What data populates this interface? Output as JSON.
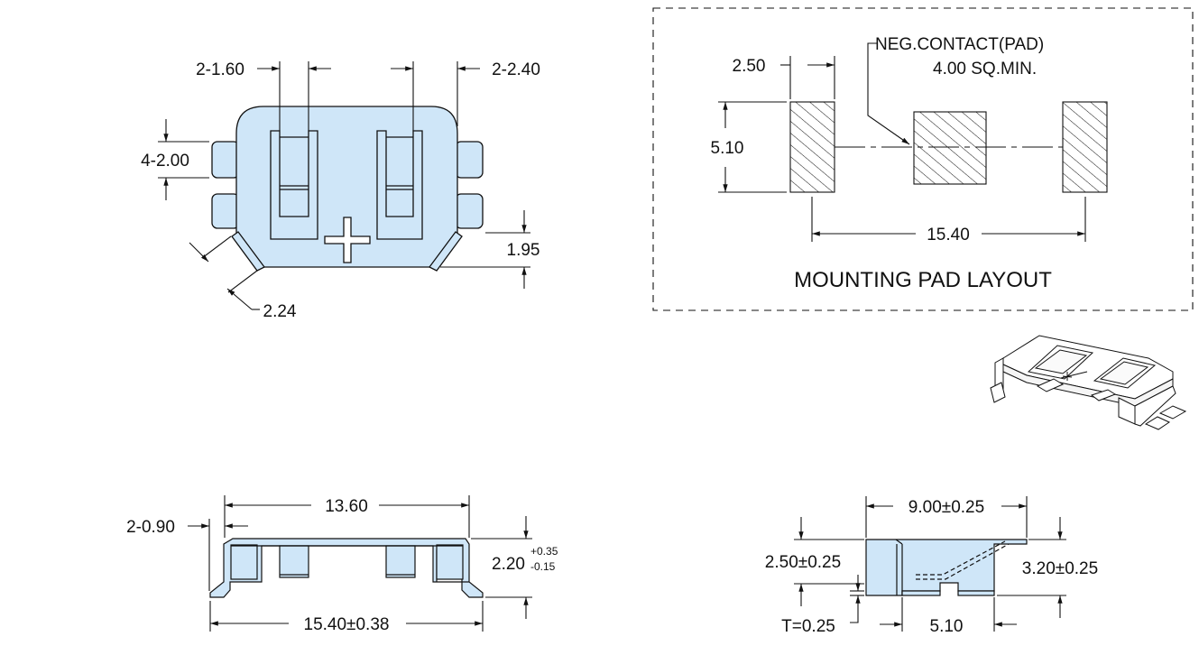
{
  "top_view": {
    "dim_pin_width": "2-1.60",
    "dim_right_width": "2-2.40",
    "dim_tab_height": "4-2.00",
    "dim_lower_height": "1.95",
    "dim_chamfer": "2.24"
  },
  "pad_layout": {
    "title": "MOUNTING PAD LAYOUT",
    "dim_pad_width": "2.50",
    "dim_pad_height": "5.10",
    "dim_pitch": "15.40",
    "callout_line1": "NEG.CONTACT(PAD)",
    "callout_line2": "4.00 SQ.MIN."
  },
  "front_view": {
    "dim_inner": "13.60",
    "dim_lead": "2-0.90",
    "dim_height": "2.20",
    "tol_plus": "+0.35",
    "tol_minus": "-0.15",
    "dim_overall": "15.40±0.38"
  },
  "side_view": {
    "dim_width": "9.00±0.25",
    "dim_height_left": "2.50±0.25",
    "dim_height_right": "3.20±0.25",
    "dim_thickness": "T=0.25",
    "dim_base": "5.10"
  },
  "colors": {
    "body_fill": "#cfe6f8",
    "line": "#111111"
  }
}
